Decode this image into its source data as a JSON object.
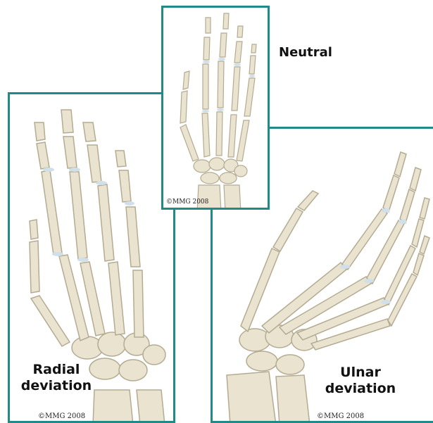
{
  "labels": {
    "neutral": "Neutral",
    "radial_line1": "Radial",
    "radial_line2": "deviation",
    "ulnar_line1": "Ulnar",
    "ulnar_line2": "deviation"
  },
  "copyright": {
    "neutral": "©MMG 2008",
    "radial": "©MMG 2008",
    "ulnar": "©MMG 2008"
  },
  "colors": {
    "frame": "#1f8a86",
    "bone": "#e9e3cf",
    "bone_edge": "#b4ab92",
    "cartilage": "#cfe0ea"
  }
}
